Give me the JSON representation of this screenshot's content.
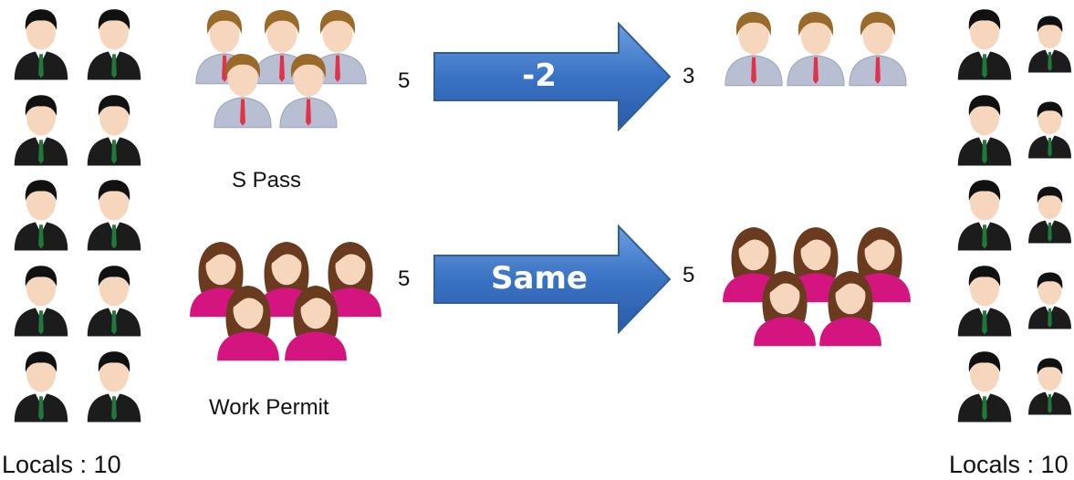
{
  "colors": {
    "local_suit": "#1c1c1c",
    "local_tie": "#1f7a3a",
    "spass_shirt": "#b9bfd3",
    "spass_tie": "#e0324a",
    "spass_hair": "#9a6a2a",
    "wp_shirt": "#d4147f",
    "wp_hair": "#6a3b1e",
    "skin": "#f6d7bd",
    "arrow_blue": "#3f78c8"
  },
  "icons": {
    "local": "male-local-icon",
    "spass": "male-spass-icon",
    "work_permit": "female-work-permit-icon",
    "arrow": "right-arrow-icon"
  },
  "left": {
    "locals_label": "Locals : 10"
  },
  "right": {
    "locals_label": "Locals : 10"
  },
  "spass": {
    "label": "S Pass",
    "before_count": "5",
    "change": "-2",
    "after_count": "3"
  },
  "work_permit": {
    "label": "Work Permit",
    "before_count": "5",
    "change": "Same",
    "after_count": "5"
  }
}
